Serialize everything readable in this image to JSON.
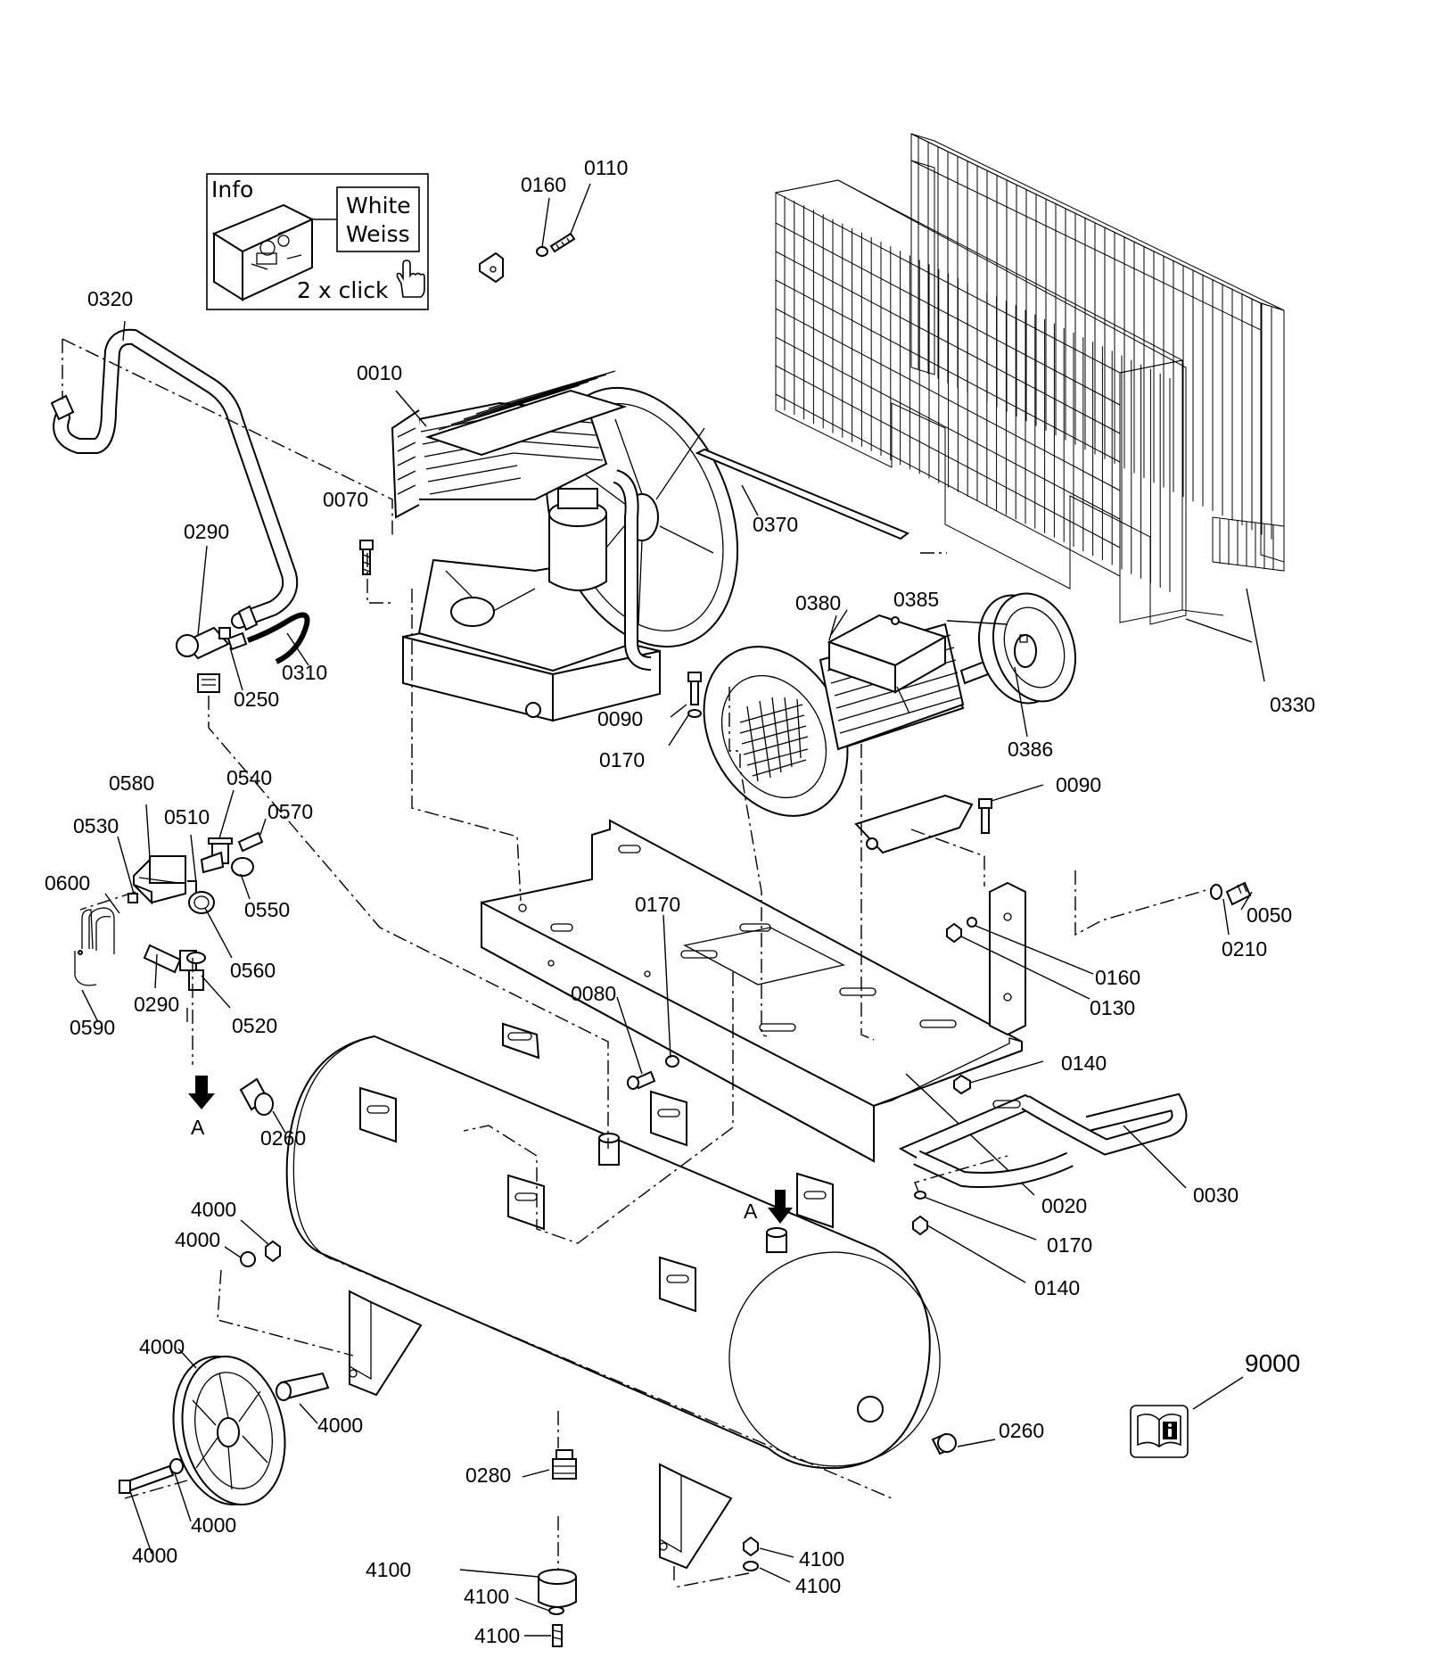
{
  "info_box": {
    "title": "Info",
    "color_line1": "White",
    "color_line2": "Weiss",
    "action": "2 x click"
  },
  "view_marker": "A",
  "manual_ref": "9000",
  "callouts": {
    "c0160_top": "0160",
    "c0110": "0110",
    "c0320": "0320",
    "c0010": "0010",
    "c0070": "0070",
    "c0370": "0370",
    "c0290_top": "0290",
    "c0310": "0310",
    "c0250": "0250",
    "c0380": "0380",
    "c0385": "0385",
    "c0330": "0330",
    "c0090_left": "0090",
    "c0170_left": "0170",
    "c0386": "0386",
    "c0090_right": "0090",
    "c0580": "0580",
    "c0540": "0540",
    "c0530": "0530",
    "c0510": "0510",
    "c0570": "0570",
    "c0600": "0600",
    "c0550": "0550",
    "c0170_mid": "0170",
    "c0050": "0050",
    "c0210": "0210",
    "c0560": "0560",
    "c0160_right": "0160",
    "c0290_bottom": "0290",
    "c0520": "0520",
    "c0590": "0590",
    "c0080": "0080",
    "c0130": "0130",
    "c0140_top": "0140",
    "c0260_left": "0260",
    "c0020": "0020",
    "c0030": "0030",
    "c0170_bottom": "0170",
    "c4000_a": "4000",
    "c4000_b": "4000",
    "c0140_bottom": "0140",
    "c4000_c": "4000",
    "c4000_d": "4000",
    "c0260_right": "0260",
    "c0280": "0280",
    "c4000_e": "4000",
    "c4000_f": "4000",
    "c4100_a": "4100",
    "c4100_b": "4100",
    "c4100_c": "4100",
    "c4100_d": "4100",
    "c4100_e": "4100"
  }
}
